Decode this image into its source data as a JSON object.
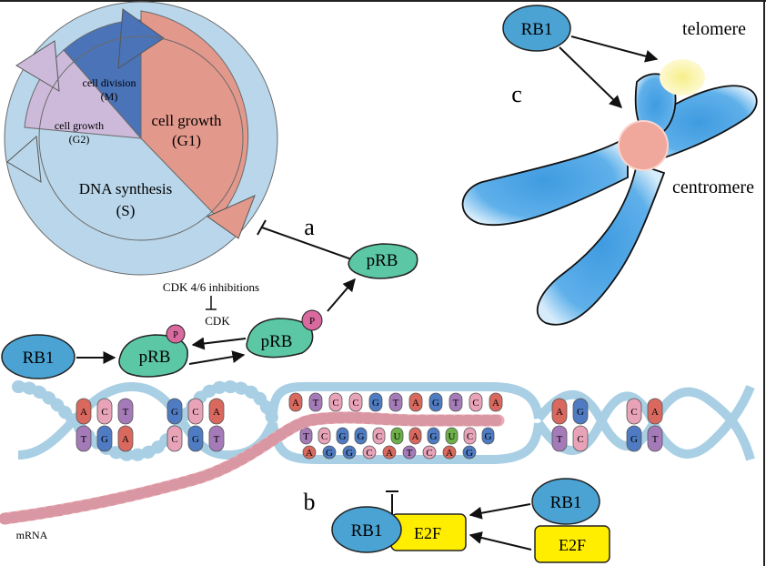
{
  "panel_labels": {
    "a": "a",
    "b": "b",
    "c": "c"
  },
  "cell_cycle": {
    "g1": {
      "line1": "cell growth",
      "line2": "(G1)"
    },
    "m": {
      "line1": "cell division",
      "line2": "(M)"
    },
    "g2": {
      "line1": "cell growth",
      "line2": "(G2)"
    },
    "s": {
      "line1": "DNA synthesis",
      "line2": "(S)"
    }
  },
  "rb_pathway": {
    "rb1": "RB1",
    "prb": "pRB",
    "phospho": "P",
    "cdk_inhibitions": "CDK 4/6 inhibitions",
    "cdk": "CDK"
  },
  "dna": {
    "left_pairs": [
      [
        "A",
        "T"
      ],
      [
        "C",
        "G"
      ],
      [
        "T",
        "A"
      ],
      [
        "G",
        "C"
      ],
      [
        "C",
        "G"
      ],
      [
        "A",
        "T"
      ]
    ],
    "right_pairs": [
      [
        "A",
        "T"
      ],
      [
        "G",
        "C"
      ],
      [
        "C",
        "G"
      ],
      [
        "A",
        "T"
      ]
    ],
    "top_strand": [
      "A",
      "T",
      "C",
      "C",
      "G",
      "T",
      "A",
      "G",
      "T",
      "C",
      "A"
    ],
    "bottom_strand": [
      "A",
      "G",
      "G",
      "C",
      "A",
      "T",
      "C",
      "A",
      "G"
    ],
    "rna_bases": [
      "T",
      "C",
      "G",
      "G",
      "C",
      "U",
      "A",
      "G",
      "U",
      "C",
      "G"
    ],
    "mrna_label": "mRNA"
  },
  "e2f_block": {
    "rb1": "RB1",
    "e2f": "E2F"
  },
  "chromosome": {
    "rb1": "RB1",
    "telomere": "telomere",
    "centromere": "centromere"
  },
  "colors": {
    "g1": "#e3988c",
    "m": "#4a73b8",
    "g2": "#cdbadb",
    "s": "#b9d6ea",
    "prb": "#5bc7a4",
    "rb1": "#4ba3d4",
    "phospho": "#d96aa0",
    "e2f": "#ffee00",
    "backbone": "#a9cfe4",
    "mrna": "#eeaab4",
    "chromosome": "#3f9be0",
    "centromere": "#f0a89c",
    "telomere": "#f6ef8a"
  }
}
